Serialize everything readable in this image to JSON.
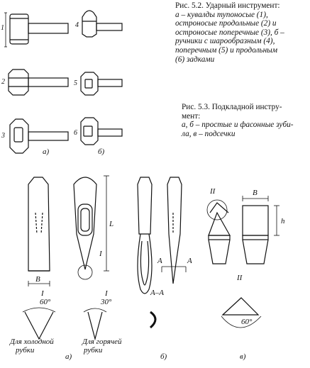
{
  "caption_5_2": {
    "lines": [
      "Рис. 5.2. Ударный инструмент:",
      "а – кувалды тупоносые (1),",
      "остроносые продольные (2) и",
      "остроносые поперечные (3), б –",
      "ручники с шарообразным (4),",
      "поперечным (5) и продольным",
      "(6) задками"
    ]
  },
  "caption_5_3": {
    "lines": [
      "Рис. 5.3. Подкладной инстру-",
      "мент:",
      "а, б – простые и фасонные зуби-",
      "ла, в – подсечки"
    ]
  },
  "fig_5_2": {
    "numbers": [
      "1",
      "2",
      "3",
      "4",
      "5",
      "6"
    ],
    "sub_a": "а)",
    "sub_b": "б)"
  },
  "fig_5_3": {
    "dim_L": "L",
    "dim_B": "B",
    "dim_B2": "B",
    "dim_h": "h",
    "roman_1a": "I",
    "roman_1b": "I",
    "roman_1c": "I",
    "roman_2a": "II",
    "roman_2b": "II",
    "angle_60a": "60°",
    "angle_30": "30°",
    "angle_60b": "60°",
    "section_A1": "A",
    "section_A2": "A",
    "section_AA": "А–А",
    "cold_1": "Для холодной",
    "cold_2": "рубки",
    "hot_1": "Для горячей",
    "hot_2": "рубки",
    "sub_a": "а)",
    "sub_b": "б)",
    "sub_v": "в)"
  }
}
